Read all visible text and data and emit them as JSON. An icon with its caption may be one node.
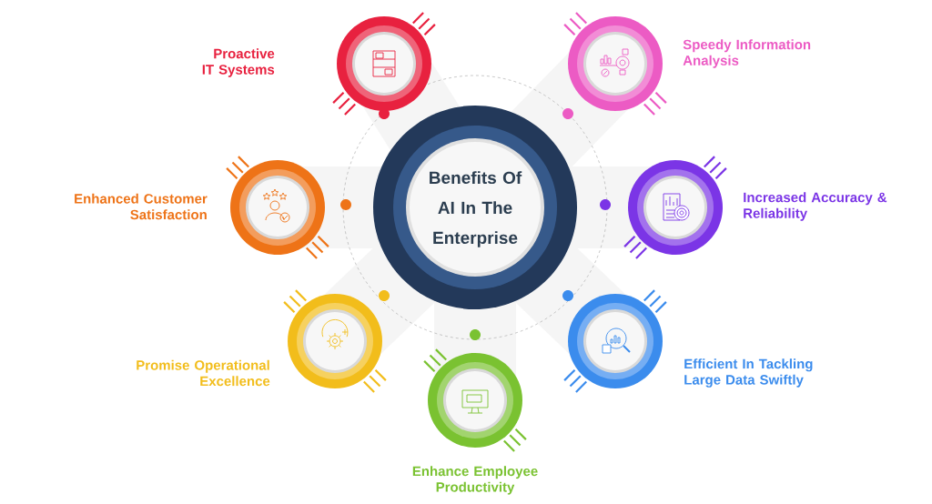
{
  "diagram": {
    "nodes": [
      {
        "text": [
          "Benefits Of AI In The Enterprise"
        ]
      },
      {
        "text": [
          "Proactive IT Systems"
        ]
      },
      {
        "text": [
          "Speedy Information Analysis"
        ]
      },
      {
        "text": [
          "Enhanced Customer Satisfaction"
        ]
      },
      {
        "text": [
          "Increased Accuracy & Reliability"
        ]
      },
      {
        "text": [
          "Promise Operational Excellence"
        ]
      },
      {
        "text": [
          "Efficient In Tackling Large Data Swiftly"
        ]
      },
      {
        "text": [
          "Enhance Employee Productivity"
        ]
      }
    ]
  }
}
